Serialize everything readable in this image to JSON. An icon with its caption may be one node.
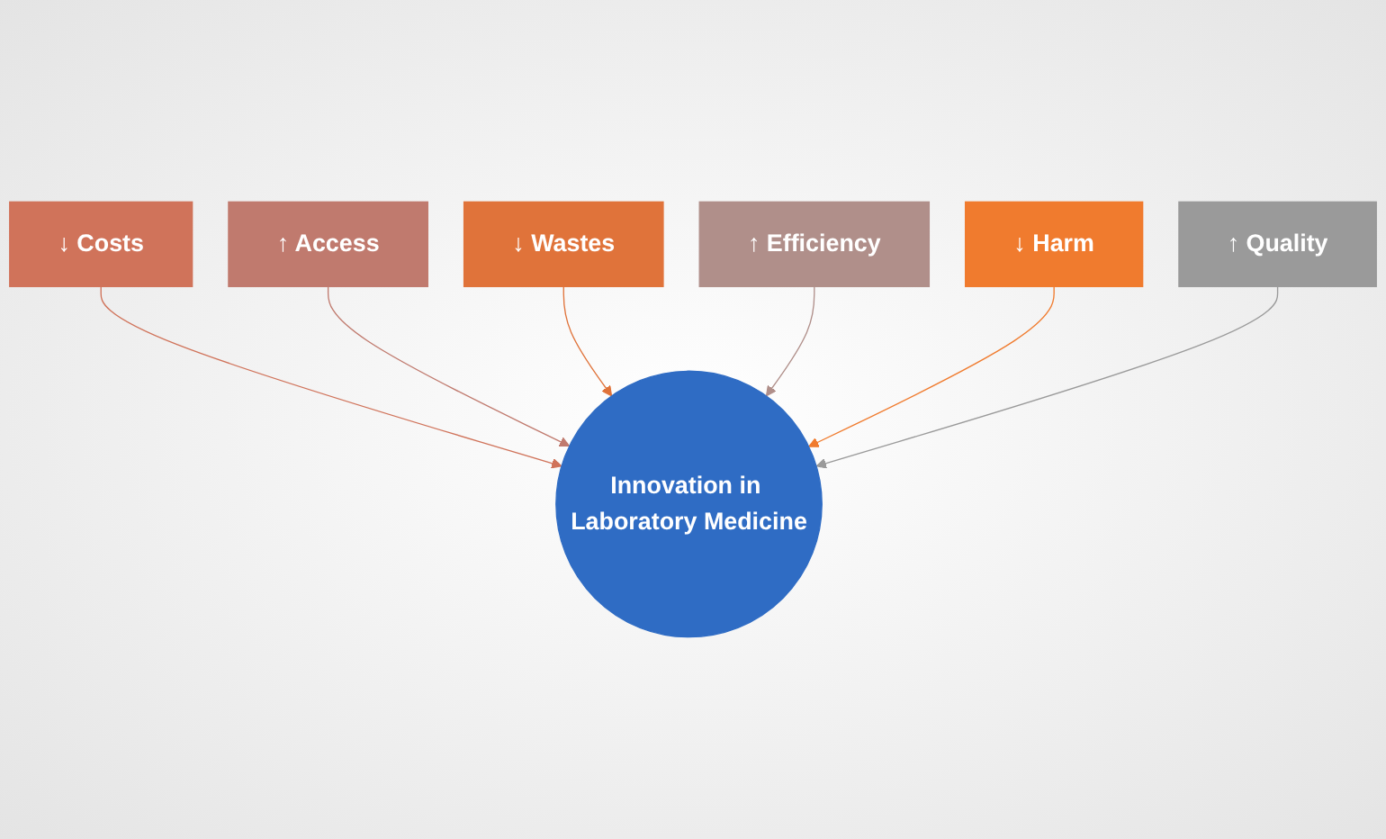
{
  "diagram": {
    "nodes": [
      {
        "text": [
          "↓ Costs"
        ]
      },
      {
        "text": [
          "↑ Access"
        ]
      },
      {
        "text": [
          "↓ Wastes"
        ]
      },
      {
        "text": [
          "↑ Efficiency"
        ]
      },
      {
        "text": [
          "↓ Harm"
        ]
      },
      {
        "text": [
          "Innovation in Laboratory Medicine"
        ]
      },
      {
        "text": [
          "↑ Quality"
        ]
      }
    ],
    "edges": [
      {
        "from": 0,
        "to": 5,
        "arrow": "to",
        "color": "#d0735a"
      },
      {
        "from": 1,
        "to": 5,
        "arrow": "to",
        "color": "#c07a6e"
      },
      {
        "from": 2,
        "to": 5,
        "arrow": "to",
        "color": "#e0733a"
      },
      {
        "from": 3,
        "to": 5,
        "arrow": "to",
        "color": "#b08f8a"
      },
      {
        "from": 4,
        "to": 5,
        "arrow": "to",
        "color": "#f07b2e"
      },
      {
        "from": 6,
        "to": 5,
        "arrow": "to",
        "color": "#9a9a9a"
      }
    ]
  }
}
